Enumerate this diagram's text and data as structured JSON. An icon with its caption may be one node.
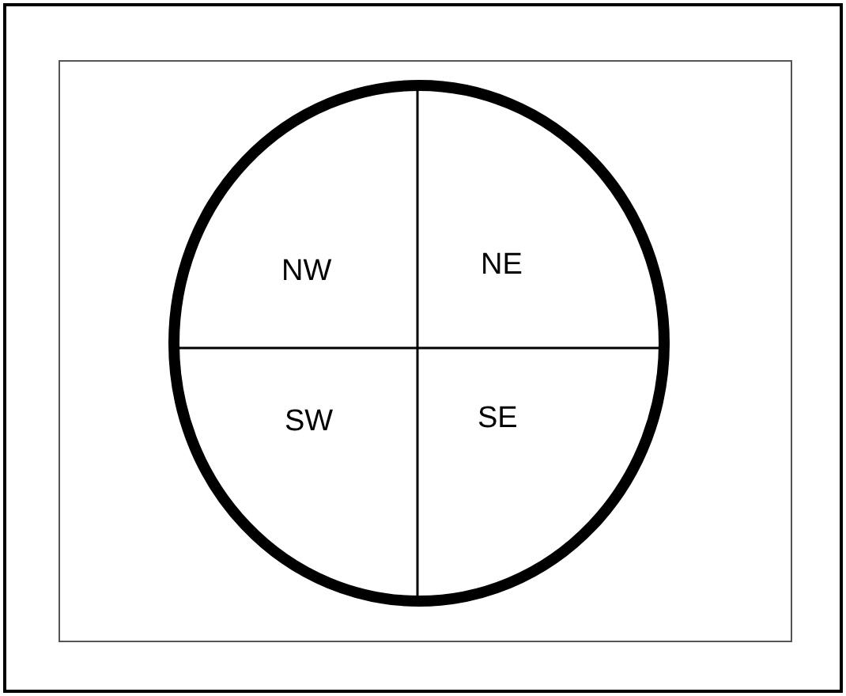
{
  "diagram": {
    "labels": [
      "NW",
      "NE",
      "SW",
      "SE"
    ]
  }
}
